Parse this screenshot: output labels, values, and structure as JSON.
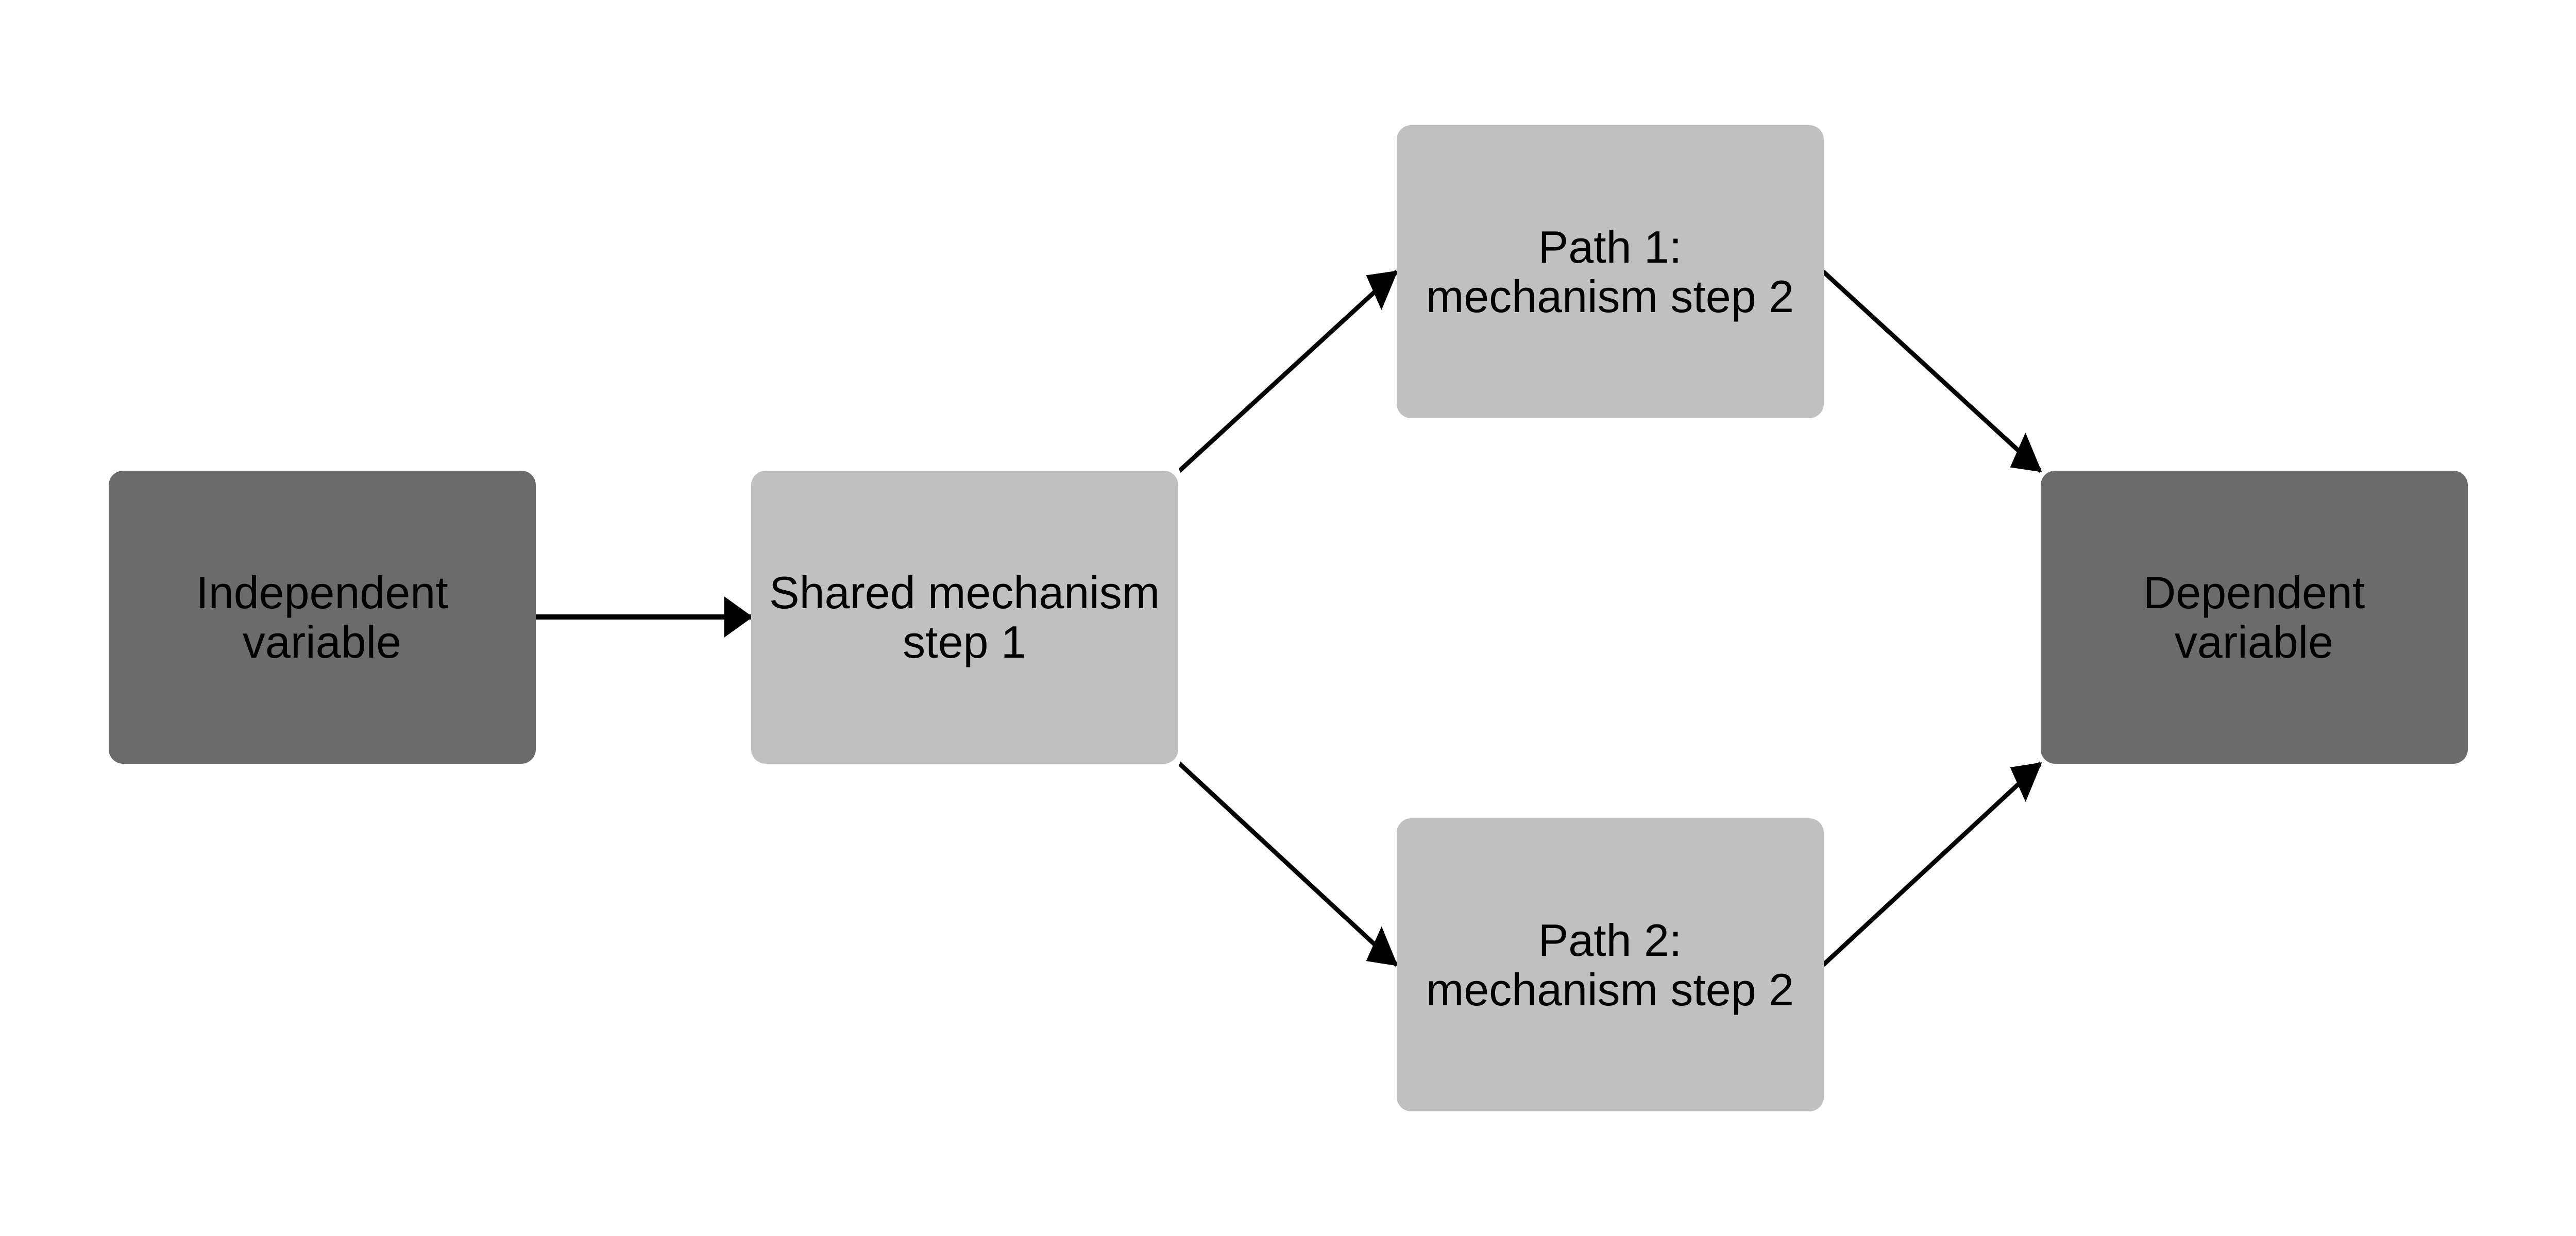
{
  "colors": {
    "endpoint_fill": "#6b6b6b",
    "mechanism_fill": "#c0c0c0",
    "arrow": "#000000"
  },
  "nodes": {
    "independent": {
      "line1": "Independent",
      "line2": "variable"
    },
    "shared": {
      "line1": "Shared mechanism",
      "line2": "step 1"
    },
    "path1": {
      "line1": "Path 1:",
      "line2": "mechanism step 2"
    },
    "path2": {
      "line1": "Path 2:",
      "line2": "mechanism step 2"
    },
    "dependent": {
      "line1": "Dependent",
      "line2": "variable"
    }
  },
  "edges": [
    {
      "from": "independent",
      "to": "shared"
    },
    {
      "from": "shared",
      "to": "path1"
    },
    {
      "from": "shared",
      "to": "path2"
    },
    {
      "from": "path1",
      "to": "dependent"
    },
    {
      "from": "path2",
      "to": "dependent"
    }
  ]
}
